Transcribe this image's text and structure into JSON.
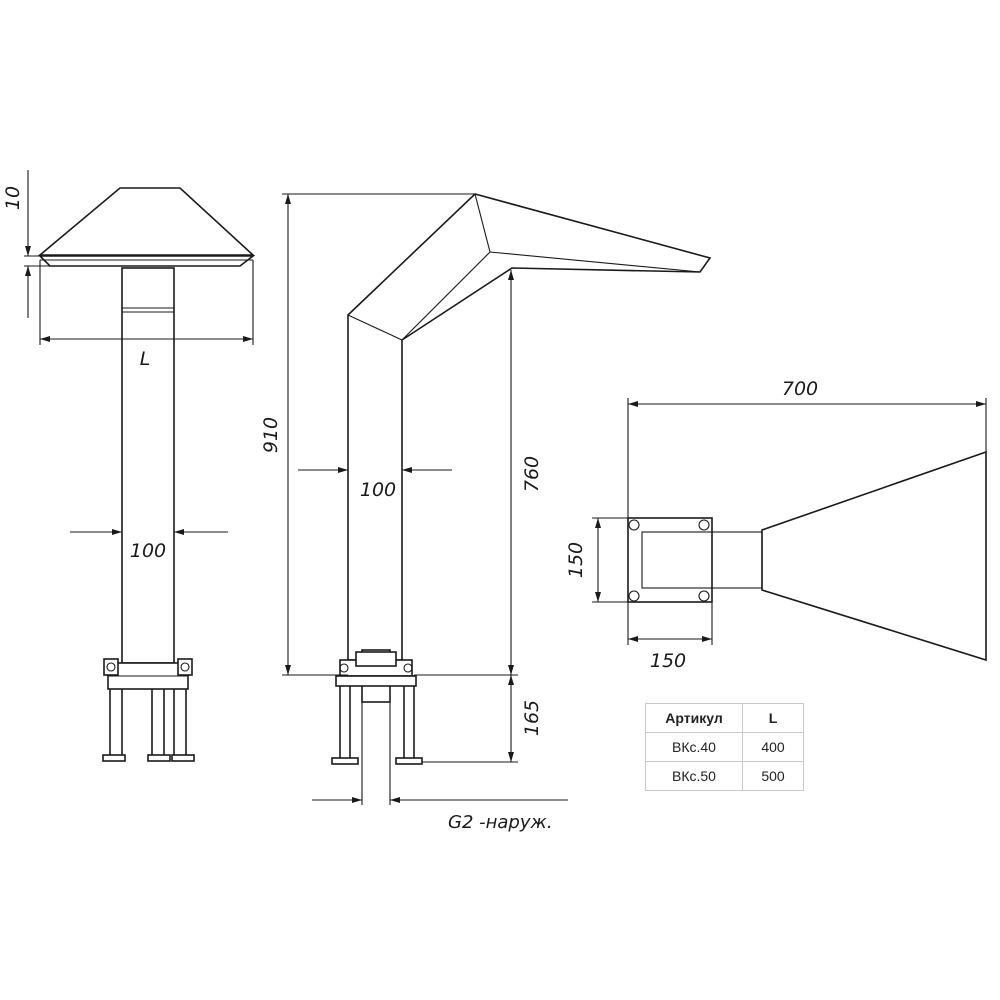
{
  "dimensions": {
    "cap_gap": "10",
    "width_L": "L",
    "pipe_front": "100",
    "pipe_side": "100",
    "total_height": "910",
    "pipe_height": "760",
    "base_height": "165",
    "plan_length": "700",
    "flange_height": "150",
    "flange_width": "150"
  },
  "thread_note": "G2 -наруж.",
  "table": {
    "headers": [
      "Артикул",
      "L"
    ],
    "rows": [
      {
        "article": "ВКс.40",
        "L": "400"
      },
      {
        "article": "ВКс.50",
        "L": "500"
      }
    ]
  }
}
